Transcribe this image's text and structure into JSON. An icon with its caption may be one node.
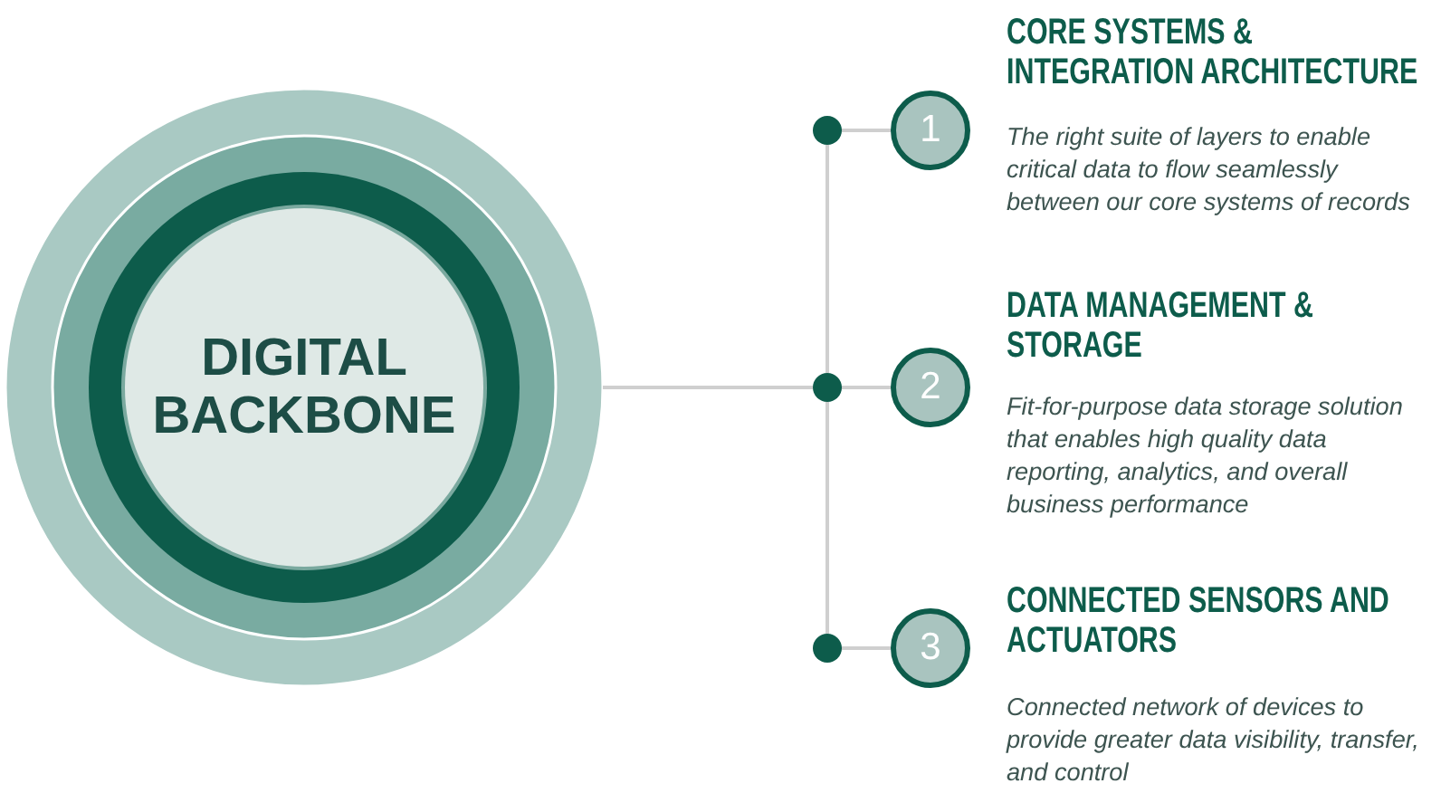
{
  "diagram": {
    "nodes": [
      {
        "text": [
          "DIGITAL BACKBONE"
        ]
      },
      {
        "text": [],
        "shape": "circle"
      },
      {
        "text": [],
        "shape": "circle"
      },
      {
        "text": [],
        "shape": "circle"
      },
      {
        "text": [
          "1"
        ],
        "beside": [
          "CORE SYSTEMS & INTEGRATION ARCHITECTURE",
          "The right suite of layers to enable critical data to flow seamlessly between our core systems of records"
        ]
      },
      {
        "text": [
          "2"
        ],
        "beside": [
          "DATA MANAGEMENT & STORAGE",
          "Fit-for-purpose data storage solution that enables high quality data reporting, analytics, and overall business performance"
        ]
      },
      {
        "text": [
          "3"
        ],
        "beside": [
          "CONNECTED SENSORS AND ACTUATORS",
          "Connected network of devices to provide greater data visibility, transfer, and control"
        ]
      }
    ],
    "edges": [
      {
        "from": 0,
        "to": 2,
        "arrow": "none"
      },
      {
        "from": 1,
        "to": 2,
        "arrow": "none"
      },
      {
        "from": 2,
        "to": 3,
        "arrow": "none"
      },
      {
        "from": 1,
        "to": 4,
        "arrow": "none"
      },
      {
        "from": 2,
        "to": 5,
        "arrow": "none"
      },
      {
        "from": 3,
        "to": 6,
        "arrow": "none"
      }
    ]
  }
}
